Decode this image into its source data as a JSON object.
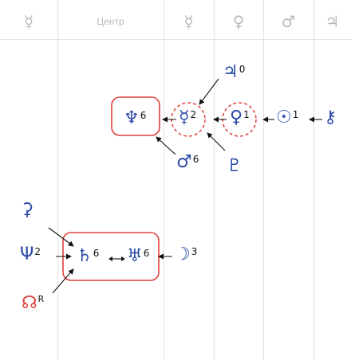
{
  "header": {
    "columns": [
      {
        "label": "☿",
        "text": false
      },
      {
        "label": "Центр",
        "text": true
      },
      {
        "label": "☿",
        "text": false
      },
      {
        "label": "♀",
        "text": false
      },
      {
        "label": "♂",
        "text": false
      },
      {
        "label": "♃",
        "text": false
      }
    ]
  },
  "nodes": {
    "jupiter": {
      "symbol": "♃",
      "num": "0"
    },
    "neptune_box": {
      "symbol": "♆",
      "num": "6"
    },
    "mercury": {
      "symbol": "☿",
      "num": "2"
    },
    "venus": {
      "symbol": "♀",
      "num": "1"
    },
    "sun": {
      "symbol": "☉",
      "num": "1"
    },
    "chiron": {
      "symbol": "⚷",
      "num": ""
    },
    "mars": {
      "symbol": "♂",
      "num": "6"
    },
    "pluto": {
      "symbol": "♇",
      "num": ""
    },
    "ceres": {
      "symbol": "⚳",
      "num": ""
    },
    "neptune_left": {
      "symbol": "Ψ",
      "num": "2"
    },
    "saturn": {
      "symbol": "♄",
      "num": "6"
    },
    "uranus": {
      "symbol": "♅",
      "num": "6"
    },
    "moon": {
      "symbol": "☽",
      "num": "3"
    },
    "node": {
      "symbol": "☊",
      "sup": "R"
    }
  },
  "colors": {
    "glyph": "#2a4aa6",
    "box": "#e0403a",
    "arrow": "#111111",
    "grid": "#e2e2e2"
  }
}
